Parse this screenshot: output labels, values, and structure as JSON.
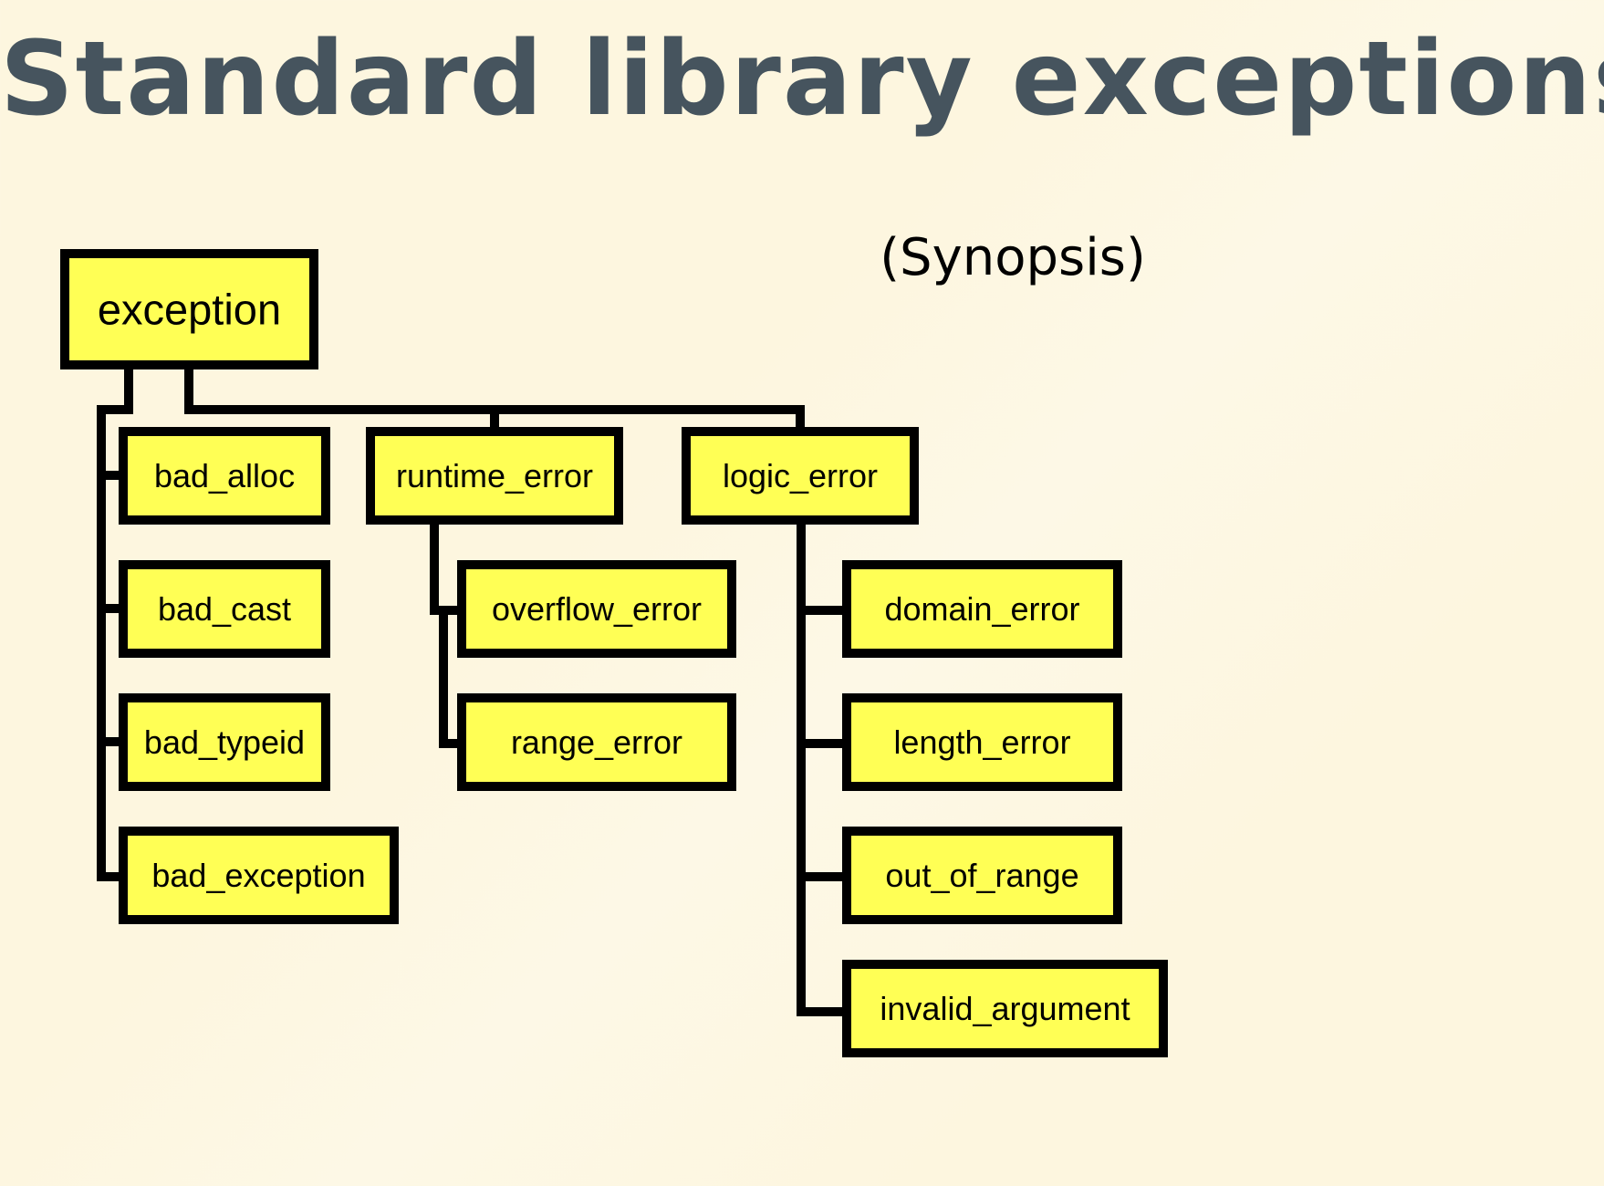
{
  "slide": {
    "title": "Standard library exceptions",
    "subtitle": "(Synopsis)"
  },
  "colors": {
    "title": "#46545e",
    "box_fill": "#ffff55",
    "box_stroke": "#000000",
    "background": "#fdf6df"
  },
  "diagram": {
    "root": {
      "id": "exception",
      "label": "exception"
    },
    "nodes": [
      {
        "id": "bad_alloc",
        "label": "bad_alloc",
        "parent": "exception"
      },
      {
        "id": "bad_cast",
        "label": "bad_cast",
        "parent": "exception"
      },
      {
        "id": "bad_typeid",
        "label": "bad_typeid",
        "parent": "exception"
      },
      {
        "id": "bad_exception",
        "label": "bad_exception",
        "parent": "exception"
      },
      {
        "id": "runtime_error",
        "label": "runtime_error",
        "parent": "exception"
      },
      {
        "id": "overflow_error",
        "label": "overflow_error",
        "parent": "runtime_error"
      },
      {
        "id": "range_error",
        "label": "range_error",
        "parent": "runtime_error"
      },
      {
        "id": "logic_error",
        "label": "logic_error",
        "parent": "exception"
      },
      {
        "id": "domain_error",
        "label": "domain_error",
        "parent": "logic_error"
      },
      {
        "id": "length_error",
        "label": "length_error",
        "parent": "logic_error"
      },
      {
        "id": "out_of_range",
        "label": "out_of_range",
        "parent": "logic_error"
      },
      {
        "id": "invalid_argument",
        "label": "invalid_argument",
        "parent": "logic_error"
      }
    ]
  }
}
